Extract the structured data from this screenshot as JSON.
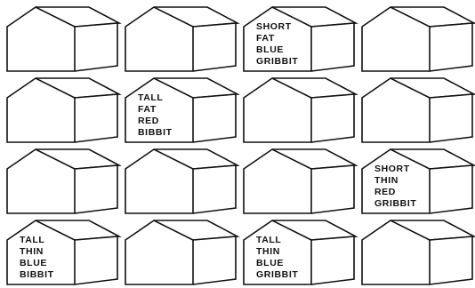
{
  "houses": [
    {
      "lines": []
    },
    {
      "lines": []
    },
    {
      "lines": [
        "SHORT",
        "FAT",
        "BLUE",
        "GRIBBIT"
      ]
    },
    {
      "lines": []
    },
    {
      "lines": []
    },
    {
      "lines": [
        "TALL",
        "FAT",
        "RED",
        "BIBBIT"
      ]
    },
    {
      "lines": []
    },
    {
      "lines": []
    },
    {
      "lines": []
    },
    {
      "lines": []
    },
    {
      "lines": []
    },
    {
      "lines": [
        "SHORT",
        "THIN",
        "RED",
        "GRIBBIT"
      ]
    },
    {
      "lines": [
        "TALL",
        "THIN",
        "BLUE",
        "BIBBIT"
      ]
    },
    {
      "lines": []
    },
    {
      "lines": [
        "TALL",
        "THIN",
        "BLUE",
        "GRIBBIT"
      ]
    },
    {
      "lines": []
    }
  ]
}
